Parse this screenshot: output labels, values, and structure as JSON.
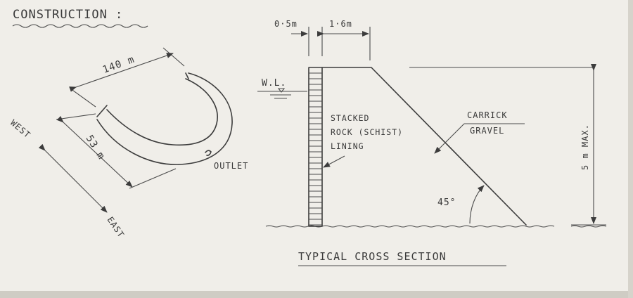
{
  "heading": "CONSTRUCTION :",
  "plan": {
    "length_label": "140 m",
    "width_label": "53 m",
    "outlet_label": "OUTLET",
    "west_label": "WEST",
    "east_label": "EAST"
  },
  "section": {
    "wall_width_label": "0·5m",
    "crest_width_label": "1·6m",
    "water_level_label": "W.L.",
    "lining_lines": [
      "STACKED",
      "ROCK (SCHIST)",
      "LINING"
    ],
    "fill_lines": [
      "CARRICK",
      "GRAVEL"
    ],
    "angle_label": "45°",
    "height_label": "5 m MAX.",
    "caption": "TYPICAL CROSS SECTION"
  },
  "colors": {
    "paper": "#f0eee9",
    "ink": "#3c3c3c",
    "background": "#d9d6cf"
  }
}
